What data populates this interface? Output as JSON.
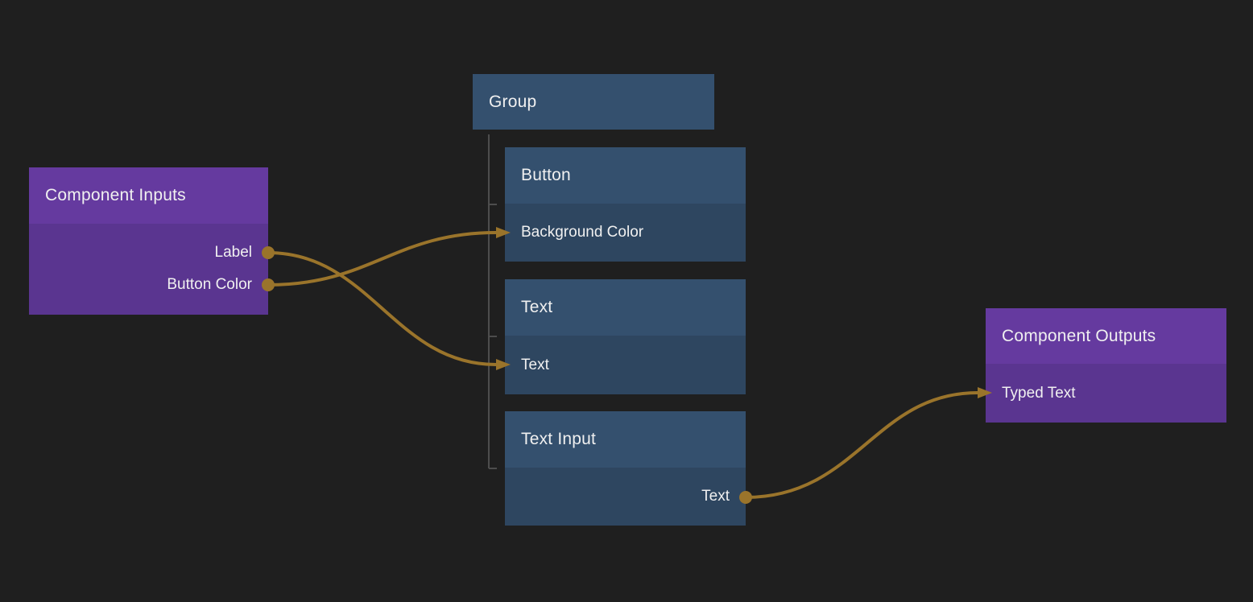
{
  "canvas": {
    "background": "#1f1f1f"
  },
  "colors": {
    "canvas_bg": "#1f1f1f",
    "purple_header": "#653a9f",
    "purple_body": "#5a3590",
    "blue_header": "#34506e",
    "blue_body": "#2e4660",
    "edge_gold": "#9a742b",
    "tree_line": "#4d4d4d",
    "text_color": "#f0f0f0"
  },
  "nodes": {
    "component_inputs": {
      "title": "Component Inputs",
      "ports": [
        {
          "label": "Label",
          "direction": "output"
        },
        {
          "label": "Button Color",
          "direction": "output"
        }
      ]
    },
    "group": {
      "title": "Group",
      "children": [
        "Button",
        "Text",
        "Text Input"
      ]
    },
    "button": {
      "title": "Button",
      "ports": [
        {
          "label": "Background Color",
          "direction": "input"
        }
      ]
    },
    "text": {
      "title": "Text",
      "ports": [
        {
          "label": "Text",
          "direction": "input"
        }
      ]
    },
    "text_input": {
      "title": "Text Input",
      "ports": [
        {
          "label": "Text",
          "direction": "output"
        }
      ]
    },
    "component_outputs": {
      "title": "Component Outputs",
      "ports": [
        {
          "label": "Typed Text",
          "direction": "input"
        }
      ]
    }
  },
  "edges": [
    {
      "from": "Component Inputs.Label",
      "to": "Text.Text"
    },
    {
      "from": "Component Inputs.Button Color",
      "to": "Button.Background Color"
    },
    {
      "from": "Text Input.Text",
      "to": "Component Outputs.Typed Text"
    }
  ]
}
